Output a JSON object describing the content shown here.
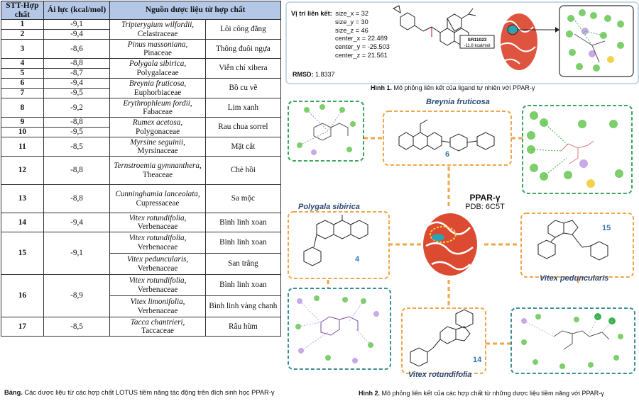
{
  "table": {
    "headers": [
      "STT-Hợp chất",
      "Ái lực (kcal/mol)",
      "Nguồn dược liệu từ hợp chất"
    ],
    "rows": [
      {
        "id": "1",
        "aff": "-9,1",
        "sources": [
          {
            "sp": "Tripterygium wilfordii,",
            "fam": "Celastraceae",
            "name": "Lôi công đằng",
            "rowspan": 2
          }
        ]
      },
      {
        "id": "2",
        "aff": "-9,4",
        "sources": []
      },
      {
        "id": "3",
        "aff": "-8,6",
        "sources": [
          {
            "sp": "Pinus massoniana,",
            "fam": "Pinaceae",
            "name": "Thông đuôi ngựa",
            "rowspan": 1
          }
        ]
      },
      {
        "id": "4",
        "aff": "-8,8",
        "sources": [
          {
            "sp": "Polygala sibirica,",
            "fam": "Polygalaceae",
            "name": "Viễn chí xibera",
            "rowspan": 2
          }
        ]
      },
      {
        "id": "5",
        "aff": "-8,7",
        "sources": []
      },
      {
        "id": "6",
        "aff": "-9,4",
        "sources": [
          {
            "sp": "Breynia fruticosa,",
            "fam": "Euphorbiaceae",
            "name": "Bồ cu vẽ",
            "rowspan": 2
          }
        ]
      },
      {
        "id": "7",
        "aff": "-9,5",
        "sources": []
      },
      {
        "id": "8",
        "aff": "-9,2",
        "sources": [
          {
            "sp": "Erythrophleum fordii,",
            "fam": "Fabaceae",
            "name": "Lim xanh",
            "rowspan": 1
          }
        ]
      },
      {
        "id": "9",
        "aff": "-8,8",
        "sources": [
          {
            "sp": "Rumex acetosa,",
            "fam": "Polygonaceae",
            "name": "Rau chua sorrel",
            "rowspan": 2
          }
        ]
      },
      {
        "id": "10",
        "aff": "-9,5",
        "sources": []
      },
      {
        "id": "11",
        "aff": "-8,5",
        "sources": [
          {
            "sp": "Myrsine seguinii,",
            "fam": "Myrsinaceae",
            "name": "Mặt cắt",
            "rowspan": 1
          }
        ]
      },
      {
        "id": "12",
        "aff": "-8,8",
        "sources": [
          {
            "sp": "Ternstroemia gymnanthera,",
            "fam": "Theaceae",
            "name": "Chè hồi",
            "rowspan": 1
          }
        ]
      },
      {
        "id": "13",
        "aff": "-8,8",
        "sources": [
          {
            "sp": "Cunninghamia lanceolata,",
            "fam": "Cupressaceae",
            "name": "Sa mộc",
            "rowspan": 1
          }
        ]
      },
      {
        "id": "14",
        "aff": "-9,4",
        "sources": [
          {
            "sp": "Vitex rotundifolia,",
            "fam": "Verbenaceae",
            "name": "Bình linh xoan",
            "rowspan": 1
          }
        ]
      },
      {
        "id": "15",
        "aff": "-9,1",
        "sources": [
          {
            "sp": "Vitex rotundifolia,",
            "fam": "Verbenaceae",
            "name": "Bình linh xoan",
            "rowspan": 1
          },
          {
            "sp": "Vitex peduncularis,",
            "fam": "Verbenaceae",
            "name": "San trắng",
            "rowspan": 1
          }
        ]
      },
      {
        "id": "16",
        "aff": "-8,9",
        "sources": [
          {
            "sp": "Vitex rotundifolia,",
            "fam": "Verbenaceae",
            "name": "Bình linh xoan",
            "rowspan": 1
          },
          {
            "sp": "Vitex limonifolia,",
            "fam": "Verbenaceae",
            "name": "Bình linh vàng chanh",
            "rowspan": 1
          }
        ]
      },
      {
        "id": "17",
        "aff": "-8,5",
        "sources": [
          {
            "sp": "Tacca chantrieri,",
            "fam": "Taccaceae",
            "name": "Râu hùm",
            "rowspan": 1
          }
        ]
      }
    ],
    "caption_bold": "Bảng.",
    "caption": " Các dược liệu từ các hợp chất LOTUS tiềm năng tác động trên đích sinh học PPAR-γ"
  },
  "figure1": {
    "site_label": "Vị trí liên kết:",
    "params": [
      "size_x = 32",
      "size_y = 30",
      "size_z = 46",
      "center_x = 22.489",
      "center_y = -25.503",
      "center_z = 21.561"
    ],
    "rmsd_label": "RMSD:",
    "rmsd_value": " 1.8337",
    "ligand_code": "SR11023",
    "ligand_energy": "-11.8 kcal/mol",
    "caption_bold": "Hình 1.",
    "caption": " Mô phỏng liên kết của ligand tự nhiên với PPAR-γ"
  },
  "figure2": {
    "center_title": "PPAR-γ",
    "center_pdb": "PDB: 6C5T",
    "species": {
      "breynia": "Breynia fruticosa",
      "polygala": "Polygala sibirica",
      "vitex_ped": "Vitex peduncularis",
      "vitex_rot": "Vitex rotundifolia"
    },
    "numbers": {
      "breynia": "6",
      "polygala": "4",
      "vitex_ped": "15",
      "vitex_rot": "14"
    },
    "caption_bold": "Hình 2.",
    "caption": " Mô phỏng liên kết của các hợp chất từ những dược liệu tiềm năng với PPAR-γ"
  },
  "colors": {
    "header_bg": "#b4c7e7",
    "green_box": "#3aa55b",
    "orange_box": "#f0a64a",
    "teal_box": "#3c8d96"
  }
}
